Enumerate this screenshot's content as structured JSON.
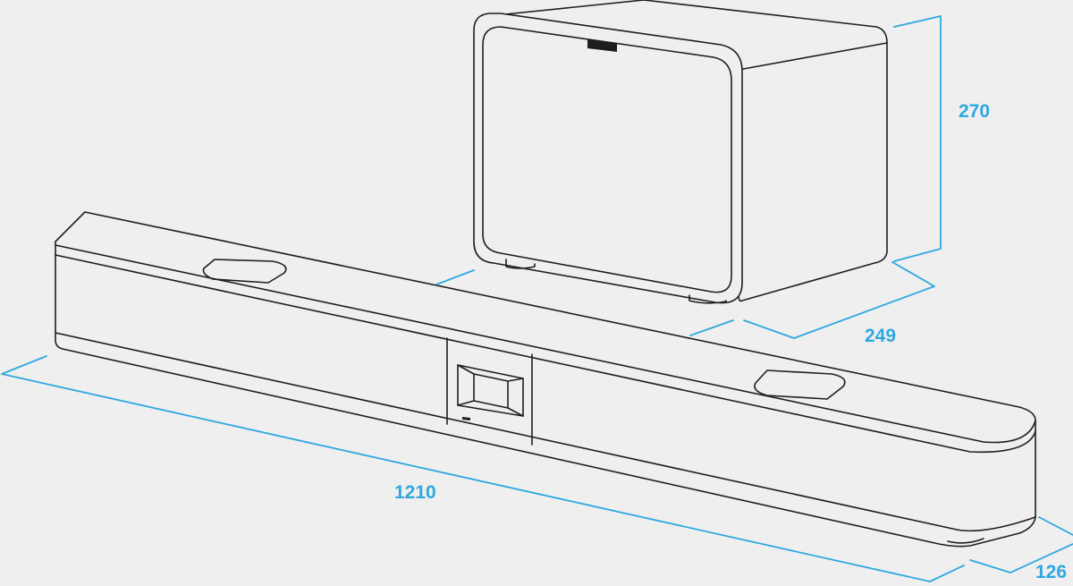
{
  "dimensions": {
    "soundbar_width": "1210",
    "soundbar_depth": "126",
    "subwoofer_height": "270",
    "subwoofer_depth": "249"
  },
  "colors": {
    "dimension_line": "#2fa8e0",
    "outline": "#1e1e1e",
    "background": "#efefef"
  }
}
